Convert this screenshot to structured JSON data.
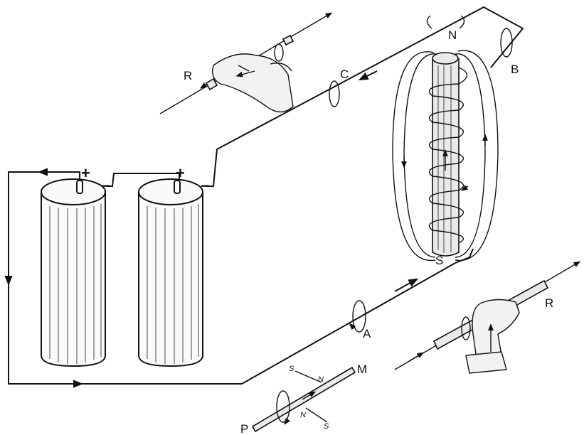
{
  "labels": {
    "north": "N",
    "south": "S",
    "loop_a": "A",
    "loop_b": "B",
    "loop_c": "C",
    "rule_top": "R",
    "rule_right": "R",
    "end_m": "M",
    "end_p": "P",
    "compass_n_1": "N",
    "compass_s_1": "S",
    "compass_n_2": "N",
    "compass_s_2": "S",
    "plus_1": "+",
    "minus_1": "−",
    "plus_2": "+",
    "minus_2": "−"
  },
  "colors": {
    "ink": "#111111",
    "paper": "#ffffff"
  }
}
